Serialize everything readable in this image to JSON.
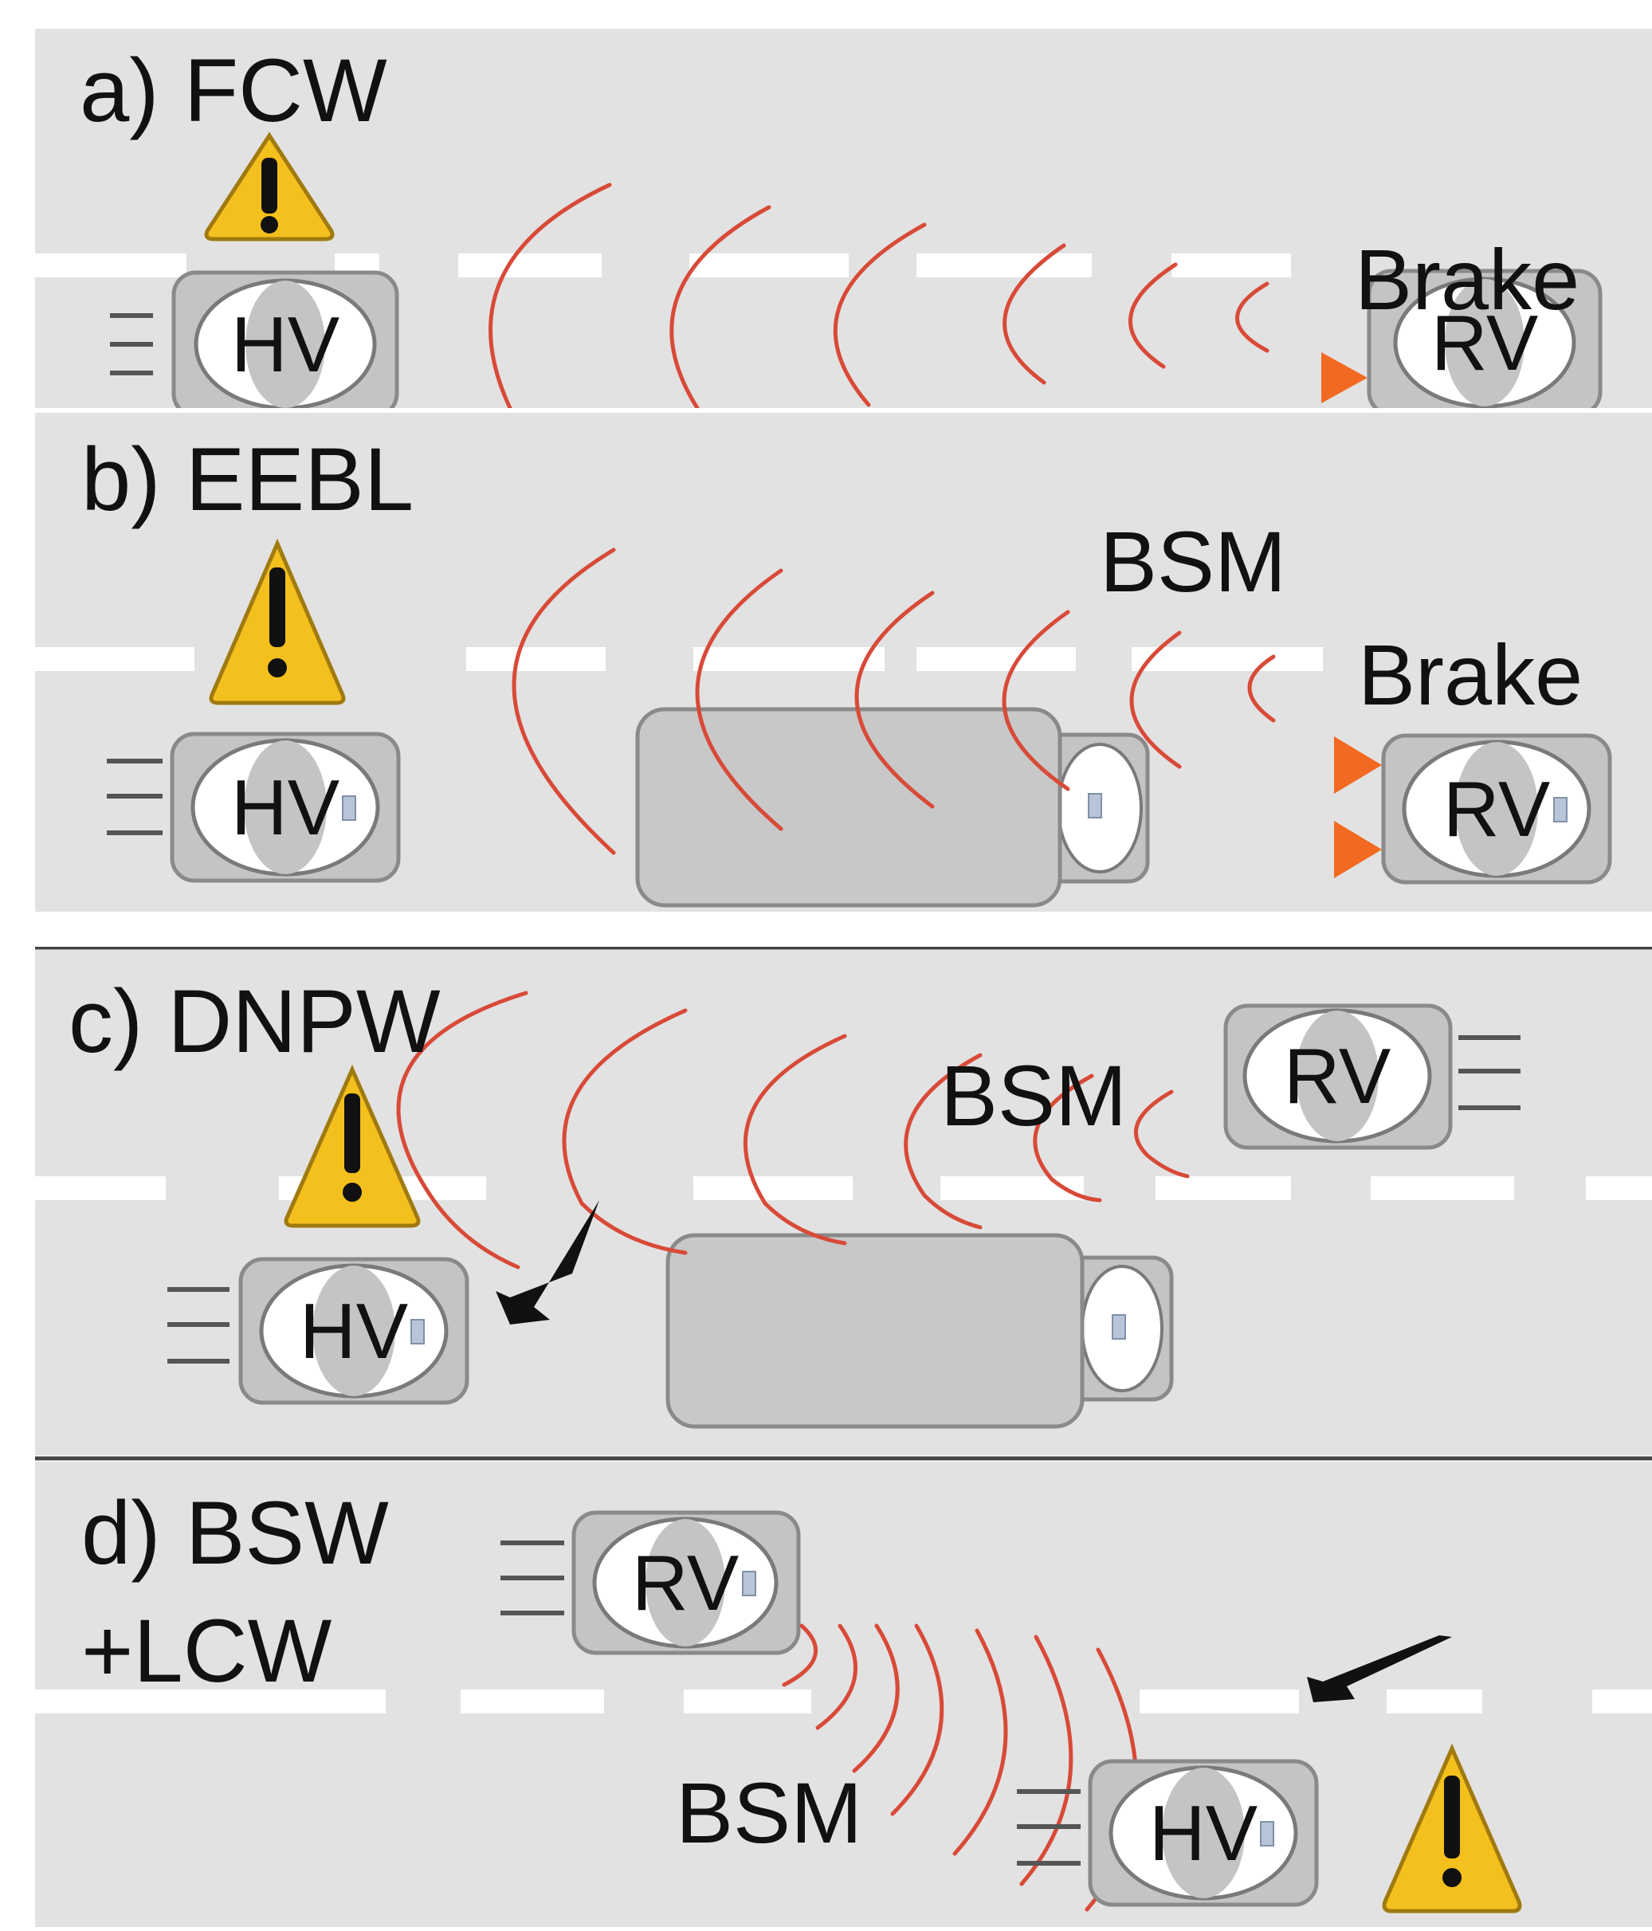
{
  "colors": {
    "road": "#e2e2e2",
    "divider": "#ffffff",
    "separator_line": "#444444",
    "lane_marking": "#ffffff",
    "wave": "#d84a38",
    "warning_fill": "#f4c01e",
    "warning_stroke": "#a07a10",
    "brake_marker": "#f26a21",
    "vehicle_body": "#c4c4c4",
    "vehicle_stroke": "#8a8a8a",
    "arrow": "#111111"
  },
  "icons": [
    "warning-icon",
    "vehicle-icon",
    "signal-wave-icon",
    "brake-marker-icon",
    "direction-arrow-icon",
    "speed-lines-icon"
  ],
  "panels": [
    {
      "id": "a",
      "title": "a) FCW",
      "labels": {
        "brake": "Brake"
      },
      "vehicles": {
        "host": "HV",
        "remote": "RV"
      }
    },
    {
      "id": "b",
      "title": "b) EEBL",
      "labels": {
        "bsm": "BSM",
        "brake": "Brake"
      },
      "vehicles": {
        "host": "HV",
        "remote": "RV"
      }
    },
    {
      "id": "c",
      "title": "c) DNPW",
      "labels": {
        "bsm": "BSM"
      },
      "vehicles": {
        "host": "HV",
        "remote": "RV"
      }
    },
    {
      "id": "d",
      "title_line1": "d) BSW",
      "title_line2": "+LCW",
      "labels": {
        "bsm": "BSM"
      },
      "vehicles": {
        "host": "HV",
        "remote": "RV"
      }
    }
  ]
}
